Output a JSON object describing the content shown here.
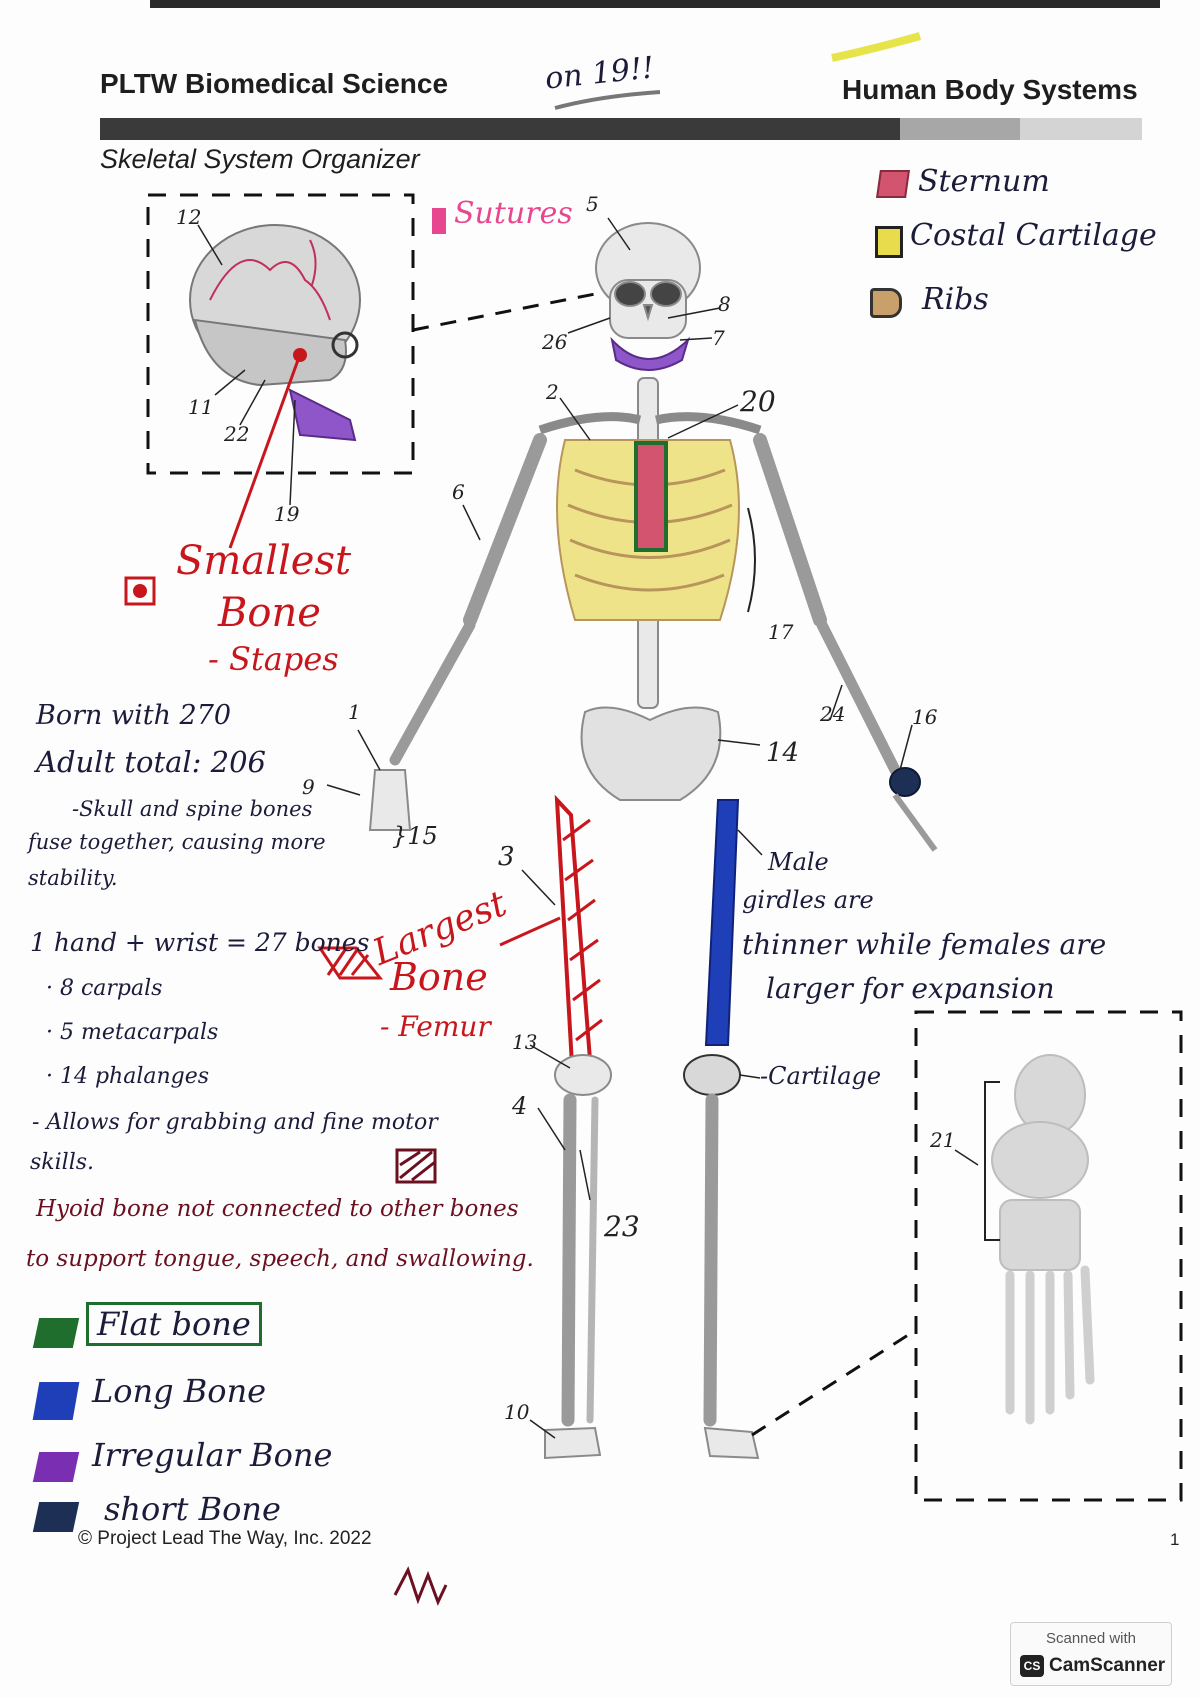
{
  "header": {
    "left_title": "PLTW Biomedical Science",
    "right_title": "Human Body Systems",
    "handwritten_note": "on 19!!",
    "subtitle": "Skeletal System Organizer"
  },
  "legend_top": [
    {
      "label": "Sternum",
      "color": "#d2546e"
    },
    {
      "label": "Costal Cartilage",
      "color": "#e8dc4c"
    },
    {
      "label": "Ribs",
      "color": "#c9a06a"
    }
  ],
  "skull_labels": {
    "sutures": "Sutures",
    "n12": "12",
    "n11": "11",
    "n22": "22",
    "n19": "19"
  },
  "smallest_bone": {
    "line1": "Smallest",
    "line2": "Bone",
    "line3": "- Stapes"
  },
  "bone_numbers": {
    "n5": "5",
    "n8": "8",
    "n7": "7",
    "n26": "26",
    "n2": "2",
    "n20": "20",
    "n6": "6",
    "n17": "17",
    "n1": "1",
    "n24": "24",
    "n16": "16",
    "n14": "14",
    "n9": "9",
    "n15": "}15",
    "n3": "3",
    "n13": "13",
    "n4": "4",
    "n23": "23",
    "n10": "10",
    "n21": "21"
  },
  "notes": {
    "born": "Born with 270",
    "adult": "Adult total: 206",
    "fuse1": "-Skull and spine bones",
    "fuse2": "fuse together, causing more",
    "fuse3": "stability.",
    "hand": "1 hand + wrist = 27 bones",
    "carpals": "· 8 carpals",
    "metacarpals": "· 5 metacarpals",
    "phalanges": "· 14 phalanges",
    "allows1": "- Allows for grabbing and fine motor",
    "allows2": "skills.",
    "hyoid1": "Hyoid bone not connected to other bones",
    "hyoid2": "to support tongue, speech, and swallowing."
  },
  "largest_bone": {
    "line1": "Largest",
    "line2": "Bone",
    "line3": "- Femur"
  },
  "pelvis_note": {
    "line1": "Male",
    "line2": "girdles are",
    "line3": "thinner while females are",
    "line4": "larger for expansion"
  },
  "cartilage_label": "-Cartilage",
  "bone_type_legend": [
    {
      "label": "Flat bone",
      "color": "#1f6e2e"
    },
    {
      "label": "Long Bone",
      "color": "#1f3fb8"
    },
    {
      "label": "Irregular Bone",
      "color": "#7a2fb3"
    },
    {
      "label": "short Bone",
      "color": "#1e2f55"
    }
  ],
  "footer": {
    "copyright": "© Project Lead The Way, Inc. 2022",
    "page": "1"
  },
  "scanner_badge": {
    "top": "Scanned with",
    "logo": "CS",
    "name": "CamScanner"
  }
}
